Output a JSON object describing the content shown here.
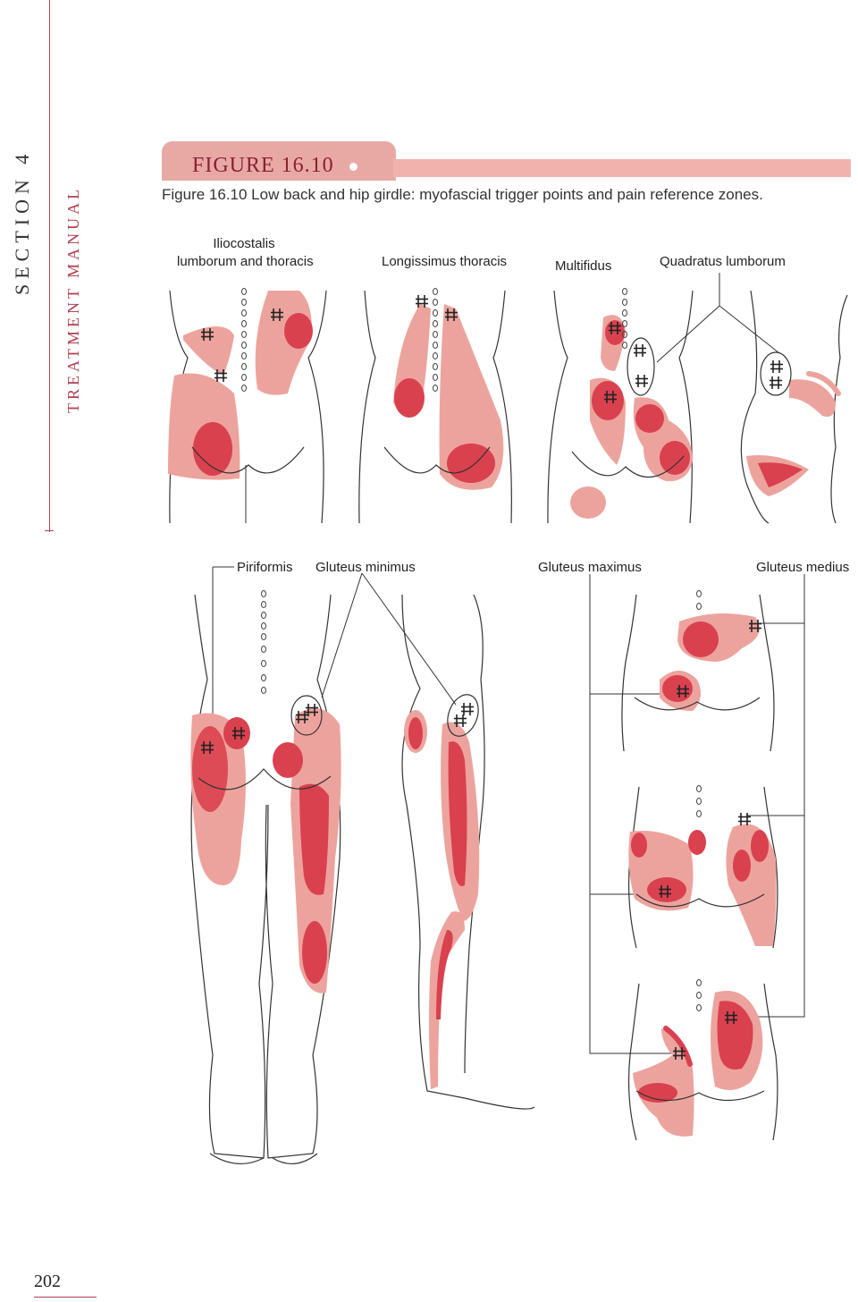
{
  "sidebar": {
    "section": "SECTION 4",
    "manual": "TREATMENT MANUAL"
  },
  "figure": {
    "title": "FIGURE 16.10",
    "caption": "Figure 16.10 Low back and hip girdle: myofascial trigger points and pain reference zones."
  },
  "labels": {
    "iliocostalis_line1": "Iliocostalis",
    "iliocostalis_line2": "lumborum and thoracis",
    "longissimus": "Longissimus thoracis",
    "multifidus": "Multifidus",
    "quadratus": "Quadratus lumborum",
    "piriformis": "Piriformis",
    "gluteus_minimus": "Gluteus minimus",
    "gluteus_maximus": "Gluteus maximus",
    "gluteus_medius": "Gluteus medius"
  },
  "page": {
    "number": "202"
  },
  "colors": {
    "accent": "#b04050",
    "referral_light": "#eda39d",
    "referral_dark": "#d9414f"
  },
  "icons": {
    "trigger_point": "hash-icon"
  }
}
